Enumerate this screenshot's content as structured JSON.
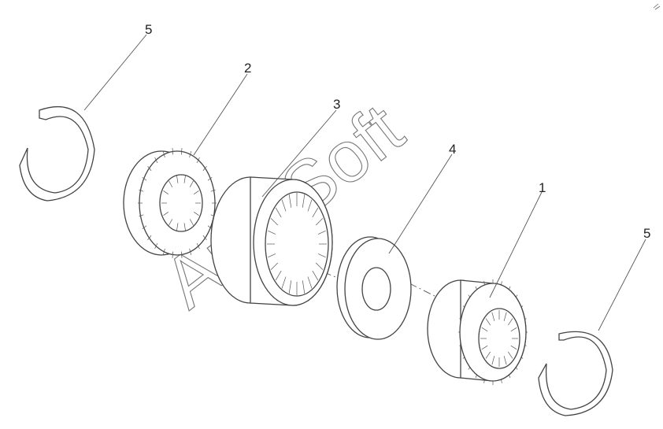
{
  "callouts": [
    {
      "id": "c5a",
      "label": "5"
    },
    {
      "id": "c2",
      "label": "2"
    },
    {
      "id": "c3",
      "label": "3"
    },
    {
      "id": "c4",
      "label": "4"
    },
    {
      "id": "c1",
      "label": "1"
    },
    {
      "id": "c5b",
      "label": "5"
    }
  ],
  "watermark": "AutoSoft",
  "colors": {
    "line": "#444444",
    "background": "#ffffff"
  }
}
